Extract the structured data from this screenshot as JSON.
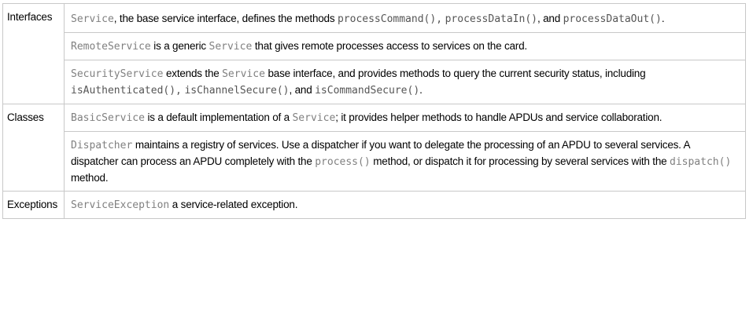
{
  "rows": [
    {
      "category": "Interfaces",
      "entries": [
        {
          "segments": [
            {
              "text": "Service",
              "style": "code"
            },
            {
              "text": ", the base service interface, defines the methods ",
              "style": "text"
            },
            {
              "text": "processCommand(),",
              "style": "mcode"
            },
            {
              "text": " ",
              "style": "text"
            },
            {
              "text": "processDataIn()",
              "style": "mcode"
            },
            {
              "text": ", and ",
              "style": "text"
            },
            {
              "text": "processDataOut()",
              "style": "mcode"
            },
            {
              "text": ".",
              "style": "text"
            }
          ]
        },
        {
          "segments": [
            {
              "text": "RemoteService",
              "style": "code"
            },
            {
              "text": " is a generic ",
              "style": "text"
            },
            {
              "text": "Service",
              "style": "code"
            },
            {
              "text": " that gives remote processes access to services on the card.",
              "style": "text"
            }
          ]
        },
        {
          "segments": [
            {
              "text": "SecurityService",
              "style": "code"
            },
            {
              "text": " extends the ",
              "style": "text"
            },
            {
              "text": "Service",
              "style": "code"
            },
            {
              "text": " base interface, and provides methods to query the current security status, including ",
              "style": "text"
            },
            {
              "text": "isAuthenticated(),",
              "style": "mcode"
            },
            {
              "text": " ",
              "style": "text"
            },
            {
              "text": "isChannelSecure()",
              "style": "mcode"
            },
            {
              "text": ", and ",
              "style": "text"
            },
            {
              "text": "isCommandSecure()",
              "style": "mcode"
            },
            {
              "text": ".",
              "style": "text"
            }
          ]
        }
      ]
    },
    {
      "category": "Classes",
      "entries": [
        {
          "segments": [
            {
              "text": "BasicService",
              "style": "code"
            },
            {
              "text": " is a default implementation of a ",
              "style": "text"
            },
            {
              "text": "Service",
              "style": "code"
            },
            {
              "text": "; it provides helper methods to handle APDUs and service collaboration.",
              "style": "text"
            }
          ]
        },
        {
          "segments": [
            {
              "text": "Dispatcher",
              "style": "code"
            },
            {
              "text": " maintains a registry of services. Use a dispatcher if you want to delegate the processing of an APDU to several services. A dispatcher can process an APDU completely with the ",
              "style": "text"
            },
            {
              "text": "process()",
              "style": "code"
            },
            {
              "text": " method, or dispatch it for processing by several services with the ",
              "style": "text"
            },
            {
              "text": "dispatch()",
              "style": "code"
            },
            {
              "text": " method.",
              "style": "text"
            }
          ]
        }
      ]
    },
    {
      "category": "Exceptions",
      "entries": [
        {
          "segments": [
            {
              "text": "ServiceException",
              "style": "code"
            },
            {
              "text": " a service-related exception.",
              "style": "text"
            }
          ]
        }
      ]
    }
  ]
}
